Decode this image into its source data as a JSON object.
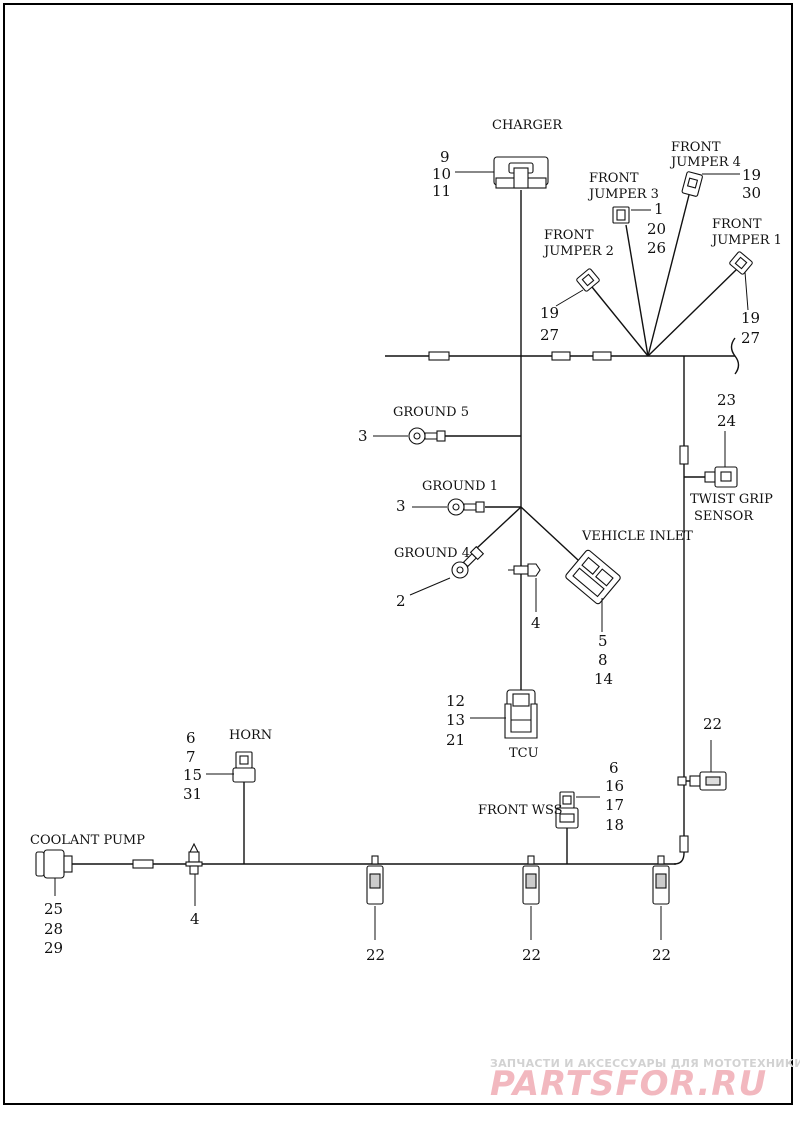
{
  "labels": {
    "charger": "CHARGER",
    "front_jumper_4": [
      "FRONT",
      "JUMPER 4"
    ],
    "front_jumper_3": [
      "FRONT",
      "JUMPER 3"
    ],
    "front_jumper_2": [
      "FRONT",
      "JUMPER 2"
    ],
    "front_jumper_1": [
      "FRONT",
      "JUMPER 1"
    ],
    "ground_5": "GROUND 5",
    "ground_1": "GROUND 1",
    "ground_4": "GROUND 4",
    "vehicle_inlet": "VEHICLE INLET",
    "twist_grip_sensor": [
      "TWIST GRIP",
      "SENSOR"
    ],
    "tcu": "TCU",
    "horn": "HORN",
    "front_wss": "FRONT WSS",
    "coolant_pump": "COOLANT PUMP"
  },
  "callouts": {
    "charger": [
      "9",
      "10",
      "11"
    ],
    "front_jumper_4": [
      "19",
      "30"
    ],
    "front_jumper_3": [
      "1",
      "20",
      "26"
    ],
    "front_jumper_2": [
      "19",
      "27"
    ],
    "front_jumper_1": [
      "19",
      "27"
    ],
    "ground_5": "3",
    "ground_1": "3",
    "ground_4": "2",
    "clip_center": "4",
    "vehicle_inlet": [
      "5",
      "8",
      "14"
    ],
    "twist_grip_sensor": [
      "23",
      "24"
    ],
    "tcu": [
      "12",
      "13",
      "21"
    ],
    "horn": [
      "6",
      "7",
      "15",
      "31"
    ],
    "front_wss": [
      "6",
      "16",
      "17",
      "18"
    ],
    "coolant_pump": [
      "25",
      "28",
      "29"
    ],
    "clip_bottom": "4",
    "connector_right": "22",
    "bottom_connectors": [
      "22",
      "22",
      "22"
    ]
  },
  "watermark": {
    "tagline": "ЗАПЧАСТИ И АКСЕССУАРЫ ДЛЯ МОТОТЕХНИКИ",
    "brand": "PARTSFOR.RU"
  }
}
